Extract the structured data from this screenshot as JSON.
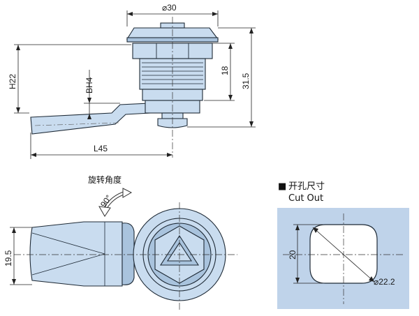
{
  "dimensions": {
    "top_diameter": "⌀30",
    "height_h22": "H22",
    "bh4": "BH4",
    "length_l45": "L45",
    "dim_18": "18",
    "dim_31_5": "31.5",
    "dim_19_5": "19.5",
    "cutout_20": "20",
    "cutout_diameter": "⌀22.2"
  },
  "rotation": {
    "caption": "旋转角度",
    "angle": "90°"
  },
  "cutout": {
    "title": "开孔尺寸",
    "subtitle": "Cut Out",
    "marker": "■"
  },
  "colors": {
    "metal": "#c9dcef",
    "panel": "#bfd3ea",
    "outline": "#1e2a36"
  }
}
